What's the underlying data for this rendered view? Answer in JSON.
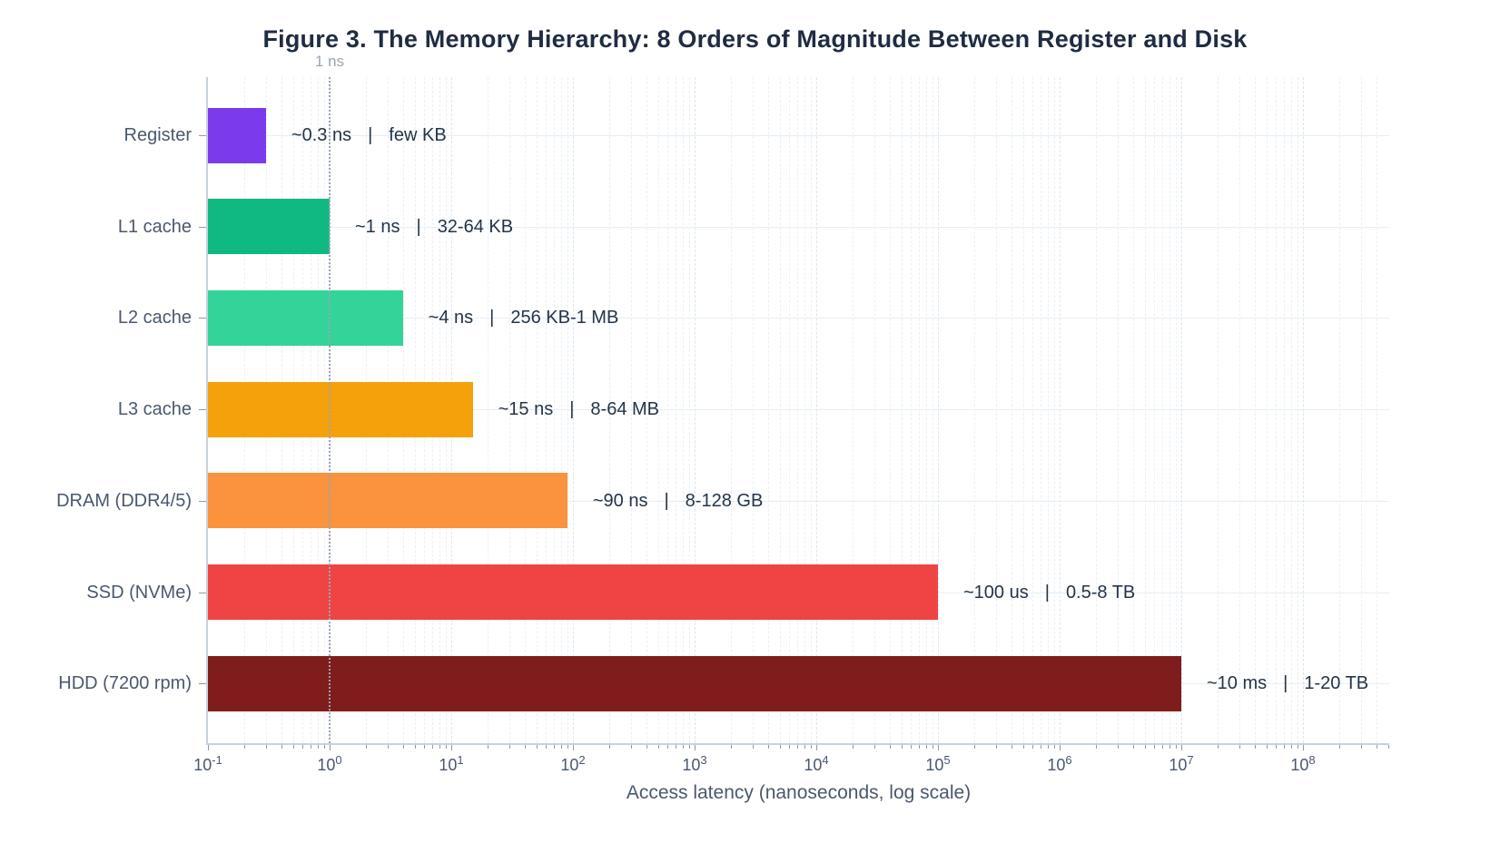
{
  "chart_data": {
    "type": "bar",
    "orientation": "horizontal",
    "x_scale": "log",
    "title": "Figure 3. The Memory Hierarchy: 8 Orders of Magnitude Between Register and Disk",
    "xlabel": "Access latency (nanoseconds, log scale)",
    "xlim": [
      0.1,
      500000000
    ],
    "x_tick_exponents": [
      -1,
      0,
      1,
      2,
      3,
      4,
      5,
      6,
      7,
      8
    ],
    "grid": true,
    "legend": false,
    "categories": [
      "Register",
      "L1 cache",
      "L2 cache",
      "L3 cache",
      "DRAM (DDR4/5)",
      "SSD (NVMe)",
      "HDD (7200 rpm)"
    ],
    "values": [
      0.3,
      1,
      4,
      15,
      90,
      100000,
      10000000
    ],
    "bar_colors": [
      "#7C3AED",
      "#10B981",
      "#34D399",
      "#F4A10B",
      "#F9933D",
      "#EF4444",
      "#7F1D1D"
    ],
    "annotations": {
      "separator": "|",
      "latency": [
        "~0.3 ns",
        "~1 ns",
        "~4 ns",
        "~15 ns",
        "~90 ns",
        "~100 us",
        "~10 ms"
      ],
      "capacity": [
        "few KB",
        "32-64 KB",
        "256 KB-1 MB",
        "8-64 MB",
        "8-128 GB",
        "0.5-8 TB",
        "1-20 TB"
      ]
    },
    "reference_line": {
      "value_ns": 1,
      "label": "1 ns"
    },
    "colors": {
      "title_text": "#1F2C42",
      "annotation_text": "#243447",
      "axis_text": "#4A586E",
      "reference": "#9AA5B4",
      "spine": "#C6D2DE",
      "tick": "#8C9BAB",
      "grid_major": "#DCE6F0",
      "grid_minor": "#E9F0F6",
      "grid_row": "#E8EEF4",
      "background": "#FFFFFF"
    }
  }
}
